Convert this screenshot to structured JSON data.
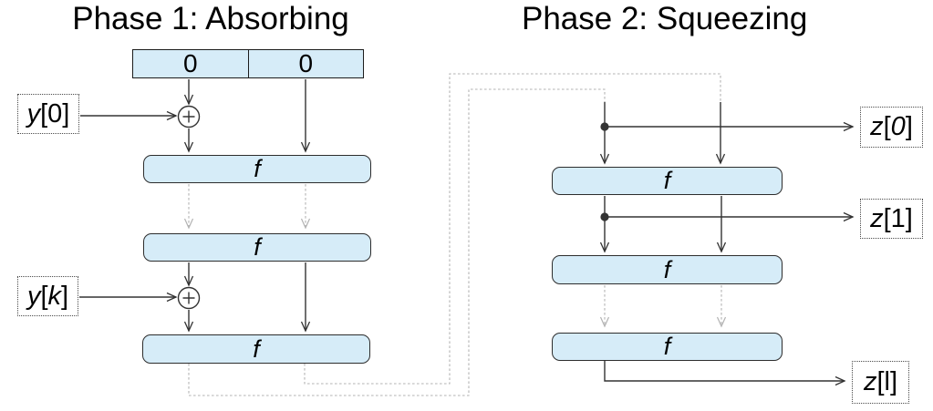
{
  "diagram": {
    "phase1_title": "Phase 1: Absorbing",
    "phase2_title": "Phase 2: Squeezing",
    "initial_state": {
      "left_value": "0",
      "right_value": "0"
    },
    "absorbing_rounds": [
      {
        "label": "f"
      },
      {
        "label": "f"
      },
      {
        "label": "f"
      }
    ],
    "squeezing_rounds": [
      {
        "label": "f"
      },
      {
        "label": "f"
      },
      {
        "label": "f"
      }
    ],
    "inputs": [
      {
        "id": "y0",
        "i1": "y",
        "u1": "[0]",
        "i2": "",
        "u2": ""
      },
      {
        "id": "yk",
        "i1": "y",
        "u1": "[",
        "i2": "k",
        "u2": "]"
      }
    ],
    "outputs": [
      {
        "id": "z0",
        "i1": "z",
        "u1": "[",
        "i2": "0",
        "u2": "]"
      },
      {
        "id": "z1",
        "i1": "z",
        "u1": "[1]",
        "i2": "",
        "u2": ""
      },
      {
        "id": "zl",
        "i1": "z",
        "u1": "[l]",
        "i2": "",
        "u2": ""
      }
    ],
    "icons": {
      "xor_gate": "circle-plus ⊕",
      "branch_dot": "filled circle tap point",
      "arrowhead": "open V arrow",
      "dashed_line": "omitted repeated rounds / state feed"
    }
  },
  "colors": {
    "box_fill": "#d6ecf8",
    "box_border": "#2d2d2d",
    "register_border": "#1c1c1c",
    "iobox_border": "#4a4a4a",
    "line_color": "#333333",
    "dash_color": "#b3b3b3"
  }
}
